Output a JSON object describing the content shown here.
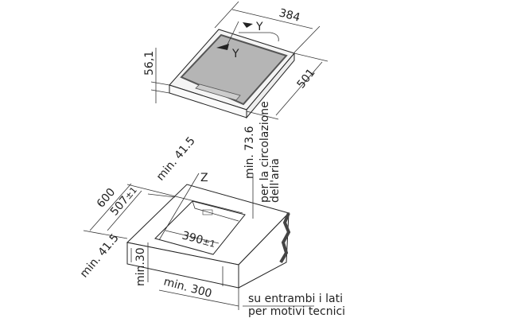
{
  "hob": {
    "width_label": "384",
    "depth_label": "501",
    "height_label": "56,1",
    "detail_marker_1": "Y",
    "detail_marker_2": "Y"
  },
  "cutout": {
    "depth_total_label": "600",
    "cut_depth_label": "507",
    "cut_depth_tol": "±1",
    "front_min_label": "min. 41.5",
    "back_min_label": "min. 41.5",
    "cut_width_label": "390",
    "cut_width_tol": "±1",
    "detail_marker": "Z",
    "min_height_label": "min.30",
    "side_min_label": "min. 300",
    "air_min_label": "min. 73.6",
    "air_note_line1": "per la circolazione",
    "air_note_line2": "dell'aria",
    "side_note_line1": "su entrambi i lati",
    "side_note_line2": "per motivi tecnici"
  },
  "colors": {
    "glass": "#b5b5b5",
    "line": "#222222"
  }
}
